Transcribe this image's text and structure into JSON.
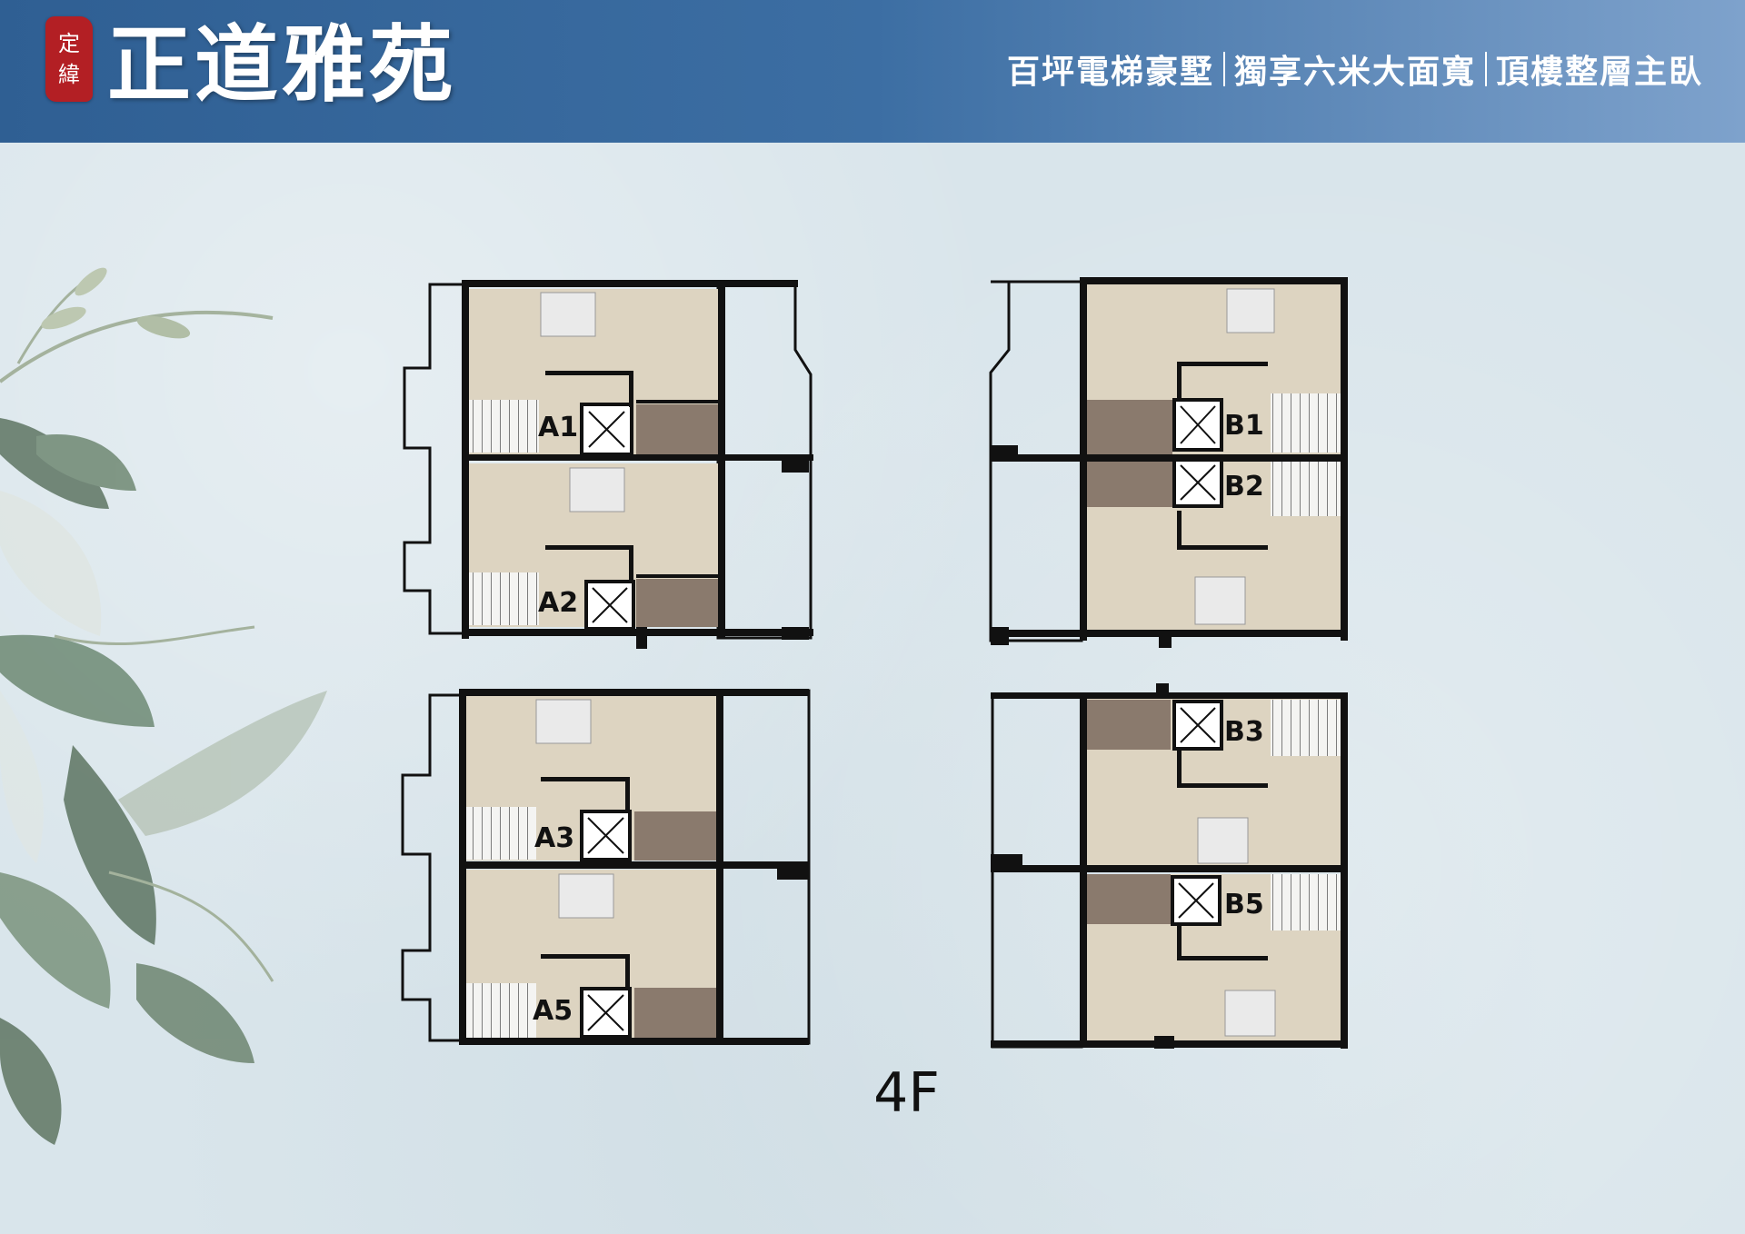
{
  "header": {
    "seal_chars": [
      "定",
      "緯"
    ],
    "title": "正道雅苑",
    "slogan": [
      "百坪電梯豪墅",
      "獨享六米大面寬",
      "頂樓整層主臥"
    ]
  },
  "floor": "4F",
  "units": [
    {
      "id": "A1",
      "label": "A1"
    },
    {
      "id": "A2",
      "label": "A2"
    },
    {
      "id": "A3",
      "label": "A3"
    },
    {
      "id": "A5",
      "label": "A5"
    },
    {
      "id": "B1",
      "label": "B1"
    },
    {
      "id": "B2",
      "label": "B2"
    },
    {
      "id": "B3",
      "label": "B3"
    },
    {
      "id": "B5",
      "label": "B5"
    }
  ],
  "colors": {
    "header_left": "#2f5f93",
    "header_right": "#7ea2cc",
    "room_floor": "#ddd4c1",
    "bathroom": "#8a7a6d",
    "wall": "#111111",
    "seal": "#b31f24"
  }
}
